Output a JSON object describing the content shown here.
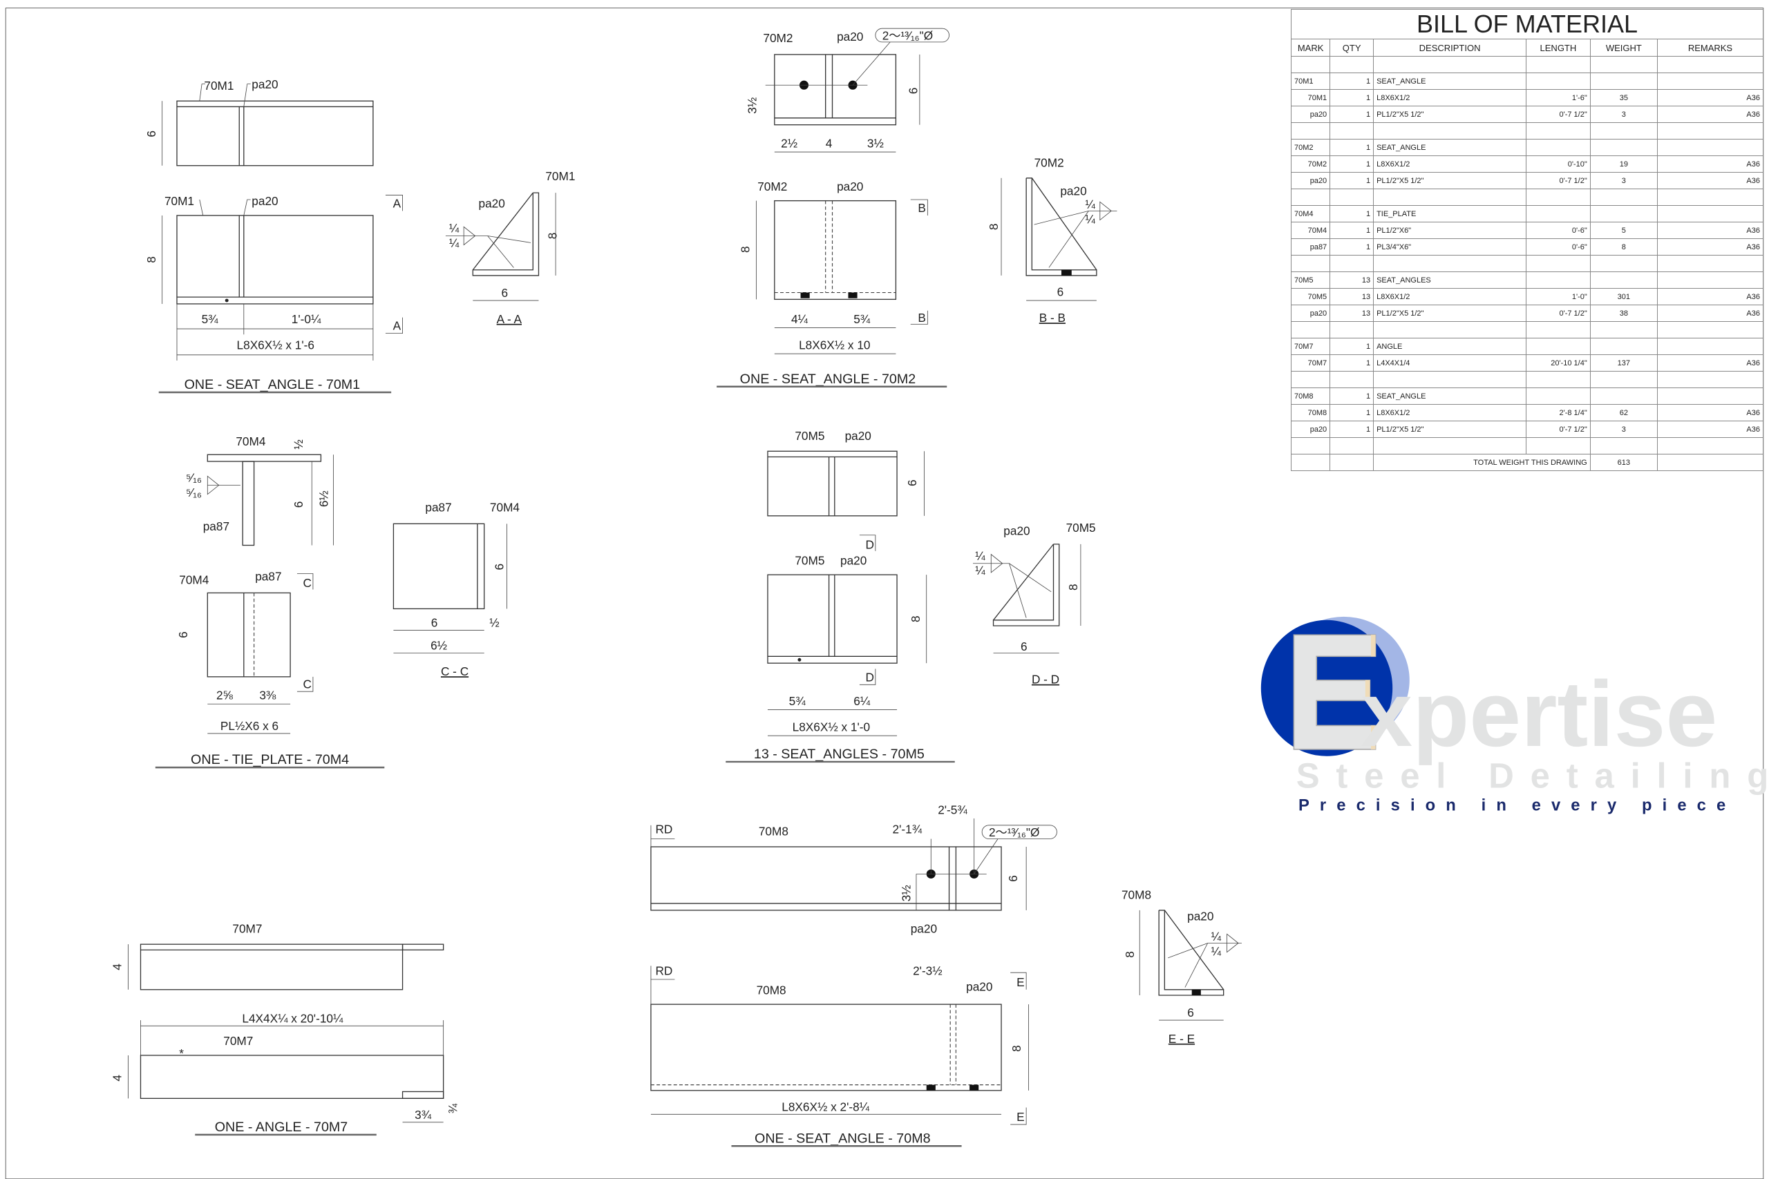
{
  "bom": {
    "title": "BILL OF MATERIAL",
    "headers": [
      "MARK",
      "QTY",
      "DESCRIPTION",
      "LENGTH",
      "WEIGHT",
      "REMARKS"
    ],
    "groups": [
      {
        "mark": "70M1",
        "qty": "1",
        "description": "SEAT_ANGLE",
        "items": [
          {
            "mark": "70M1",
            "qty": "1",
            "description": "L8X6X1/2",
            "length": "1'-6\"",
            "weight": "35",
            "remarks": "A36"
          },
          {
            "mark": "pa20",
            "qty": "1",
            "description": "PL1/2\"X5 1/2\"",
            "length": "0'-7 1/2\"",
            "weight": "3",
            "remarks": "A36"
          }
        ]
      },
      {
        "mark": "70M2",
        "qty": "1",
        "description": "SEAT_ANGLE",
        "items": [
          {
            "mark": "70M2",
            "qty": "1",
            "description": "L8X6X1/2",
            "length": "0'-10\"",
            "weight": "19",
            "remarks": "A36"
          },
          {
            "mark": "pa20",
            "qty": "1",
            "description": "PL1/2\"X5 1/2\"",
            "length": "0'-7 1/2\"",
            "weight": "3",
            "remarks": "A36"
          }
        ]
      },
      {
        "mark": "70M4",
        "qty": "1",
        "description": "TIE_PLATE",
        "items": [
          {
            "mark": "70M4",
            "qty": "1",
            "description": "PL1/2\"X6\"",
            "length": "0'-6\"",
            "weight": "5",
            "remarks": "A36"
          },
          {
            "mark": "pa87",
            "qty": "1",
            "description": "PL3/4\"X6\"",
            "length": "0'-6\"",
            "weight": "8",
            "remarks": "A36"
          }
        ]
      },
      {
        "mark": "70M5",
        "qty": "13",
        "description": "SEAT_ANGLES",
        "items": [
          {
            "mark": "70M5",
            "qty": "13",
            "description": "L8X6X1/2",
            "length": "1'-0\"",
            "weight": "301",
            "remarks": "A36"
          },
          {
            "mark": "pa20",
            "qty": "13",
            "description": "PL1/2\"X5 1/2\"",
            "length": "0'-7 1/2\"",
            "weight": "38",
            "remarks": "A36"
          }
        ]
      },
      {
        "mark": "70M7",
        "qty": "1",
        "description": "ANGLE",
        "items": [
          {
            "mark": "70M7",
            "qty": "1",
            "description": "L4X4X1/4",
            "length": "20'-10 1/4\"",
            "weight": "137",
            "remarks": "A36"
          }
        ]
      },
      {
        "mark": "70M8",
        "qty": "1",
        "description": "SEAT_ANGLE",
        "items": [
          {
            "mark": "70M8",
            "qty": "1",
            "description": "L8X6X1/2",
            "length": "2'-8 1/4\"",
            "weight": "62",
            "remarks": "A36"
          },
          {
            "mark": "pa20",
            "qty": "1",
            "description": "PL1/2\"X5 1/2\"",
            "length": "0'-7 1/2\"",
            "weight": "3",
            "remarks": "A36"
          }
        ]
      }
    ],
    "total_label": "TOTAL WEIGHT THIS DRAWING",
    "total_weight": "613"
  },
  "drawings": {
    "m1": {
      "title": "ONE - SEAT_ANGLE - 70M1",
      "mark": "70M1",
      "plate": "pa20",
      "dims": [
        "6",
        "8",
        "5¾",
        "1'-0¼",
        "L8X6X½ x 1'-6"
      ],
      "section": "A",
      "section_title": "A - A",
      "section_dims": [
        "8",
        "6"
      ],
      "weld": "¼"
    },
    "m2": {
      "title": "ONE - SEAT_ANGLE - 70M2",
      "mark": "70M2",
      "plate": "pa20",
      "holes": "2～¹³⁄₁₆\"Ø",
      "dims": [
        "2½",
        "4",
        "3½",
        "6",
        "3½",
        "8",
        "4¼",
        "5¾",
        "L8X6X½ x 10"
      ],
      "section": "B",
      "section_title": "B - B",
      "section_dims": [
        "8",
        "6"
      ],
      "weld": "¼"
    },
    "m4": {
      "title": "ONE - TIE_PLATE - 70M4",
      "mark": "70M4",
      "plate": "pa87",
      "dims": [
        "½",
        "6",
        "6½",
        "6",
        "2⅝",
        "3⅜",
        "PL½X6 x 6"
      ],
      "weld": "⁵⁄₁₆",
      "section": "C",
      "section_title": "C - C",
      "section_dims": [
        "6",
        "6",
        "½",
        "6½"
      ]
    },
    "m5": {
      "title": "13 - SEAT_ANGLES - 70M5",
      "mark": "70M5",
      "plate": "pa20",
      "dims": [
        "6",
        "8",
        "5¾",
        "6¼",
        "L8X6X½ x 1'-0"
      ],
      "section": "D",
      "section_title": "D - D",
      "section_dims": [
        "8",
        "6"
      ],
      "weld": "¼"
    },
    "m7": {
      "title": "ONE - ANGLE - 70M7",
      "mark": "70M7",
      "dims": [
        "4",
        "L4X4X¼ x 20'-10¼",
        "4",
        "3¾",
        "¾"
      ]
    },
    "m8": {
      "title": "ONE - SEAT_ANGLE - 70M8",
      "mark": "70M8",
      "plate": "pa20",
      "ref": "RD",
      "holes": "2～¹³⁄₁₆\"Ø",
      "dims": [
        "2'-1¾",
        "2'-5¾",
        "6",
        "3½",
        "2'-3½",
        "8",
        "L8X6X½ x 2'-8¼"
      ],
      "section": "E",
      "section_title": "E - E",
      "section_dims": [
        "8",
        "6"
      ],
      "weld": "¼"
    }
  },
  "logo": {
    "letter": "E",
    "word": "xpertise",
    "subtitle": "Steel Detailing",
    "tagline": "Precision in every piece",
    "colors": {
      "blue": "#0033aa",
      "light_blue": "#a3b6e6",
      "gray": "#e2e3e3",
      "navy": "#1a2a6c"
    }
  }
}
